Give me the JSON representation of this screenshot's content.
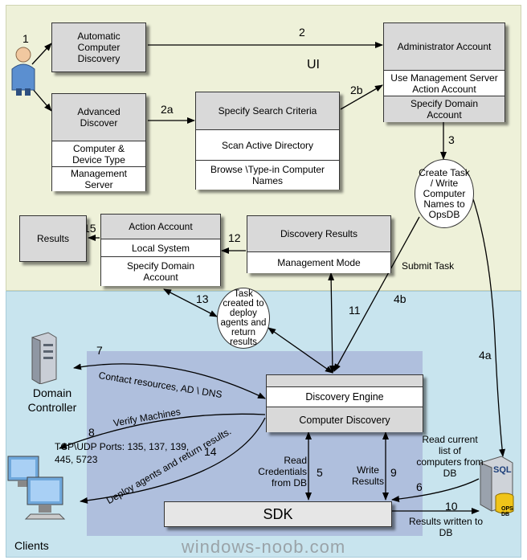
{
  "boxes": {
    "auto_discovery": "Automatic Computer Discovery",
    "advanced_discover": {
      "title": "Advanced Discover",
      "row1": "Computer & Device Type",
      "row2": "Management Server"
    },
    "search_criteria": {
      "title": "Specify Search Criteria",
      "row1": "Scan Active Directory",
      "row2": "Browse \\Type-in Computer Names"
    },
    "admin_account": {
      "title": "Administrator Account",
      "row1": "Use Management Server Action Account",
      "row2": "Specify Domain Account"
    },
    "results": "Results",
    "action_account": {
      "title": "Action Account",
      "row1": "Local System",
      "row2": "Specify Domain Account"
    },
    "discovery_results": {
      "title": "Discovery Results",
      "row1": "Management Mode"
    },
    "discovery_engine": {
      "row1": "Discovery Engine",
      "row2": "Computer Discovery"
    },
    "sdk": "SDK"
  },
  "circles": {
    "create_task": "Create Task / Write Computer Names to OpsDB",
    "task_created": "Task created to deploy agents and return results"
  },
  "labels": {
    "ui": "UI",
    "submit_task": "Submit Task",
    "contact_resources": "Contact resources, AD \\ DNS",
    "verify_machines": "Verify Machines",
    "ports": "TCP\\UDP Ports: 135, 137, 139, 445, 5723",
    "deploy_agents": "Deploy agents and return results.",
    "read_credentials": "Read Credentials from DB",
    "write_results": "Write Results",
    "read_current": "Read current list of computers from DB",
    "results_written": "Results written to DB",
    "domain_controller": "Domain Controller",
    "clients": "Clients",
    "sql": "SQL",
    "ops_db": "OPS DB",
    "watermark": "windows-noob.com"
  },
  "steps": [
    "1",
    "2",
    "2a",
    "2b",
    "3",
    "4a",
    "4b",
    "5",
    "6",
    "7",
    "8",
    "9",
    "10",
    "11",
    "12",
    "13",
    "14",
    "15"
  ],
  "colors": {
    "ui_region": "#eef1d9",
    "lower_region": "#c8e4ee",
    "engine_zone": "#aab8d9",
    "box": "#d9d9d9"
  },
  "icons": [
    "user-icon",
    "server-icon",
    "computers-icon",
    "sql-database-icon"
  ]
}
